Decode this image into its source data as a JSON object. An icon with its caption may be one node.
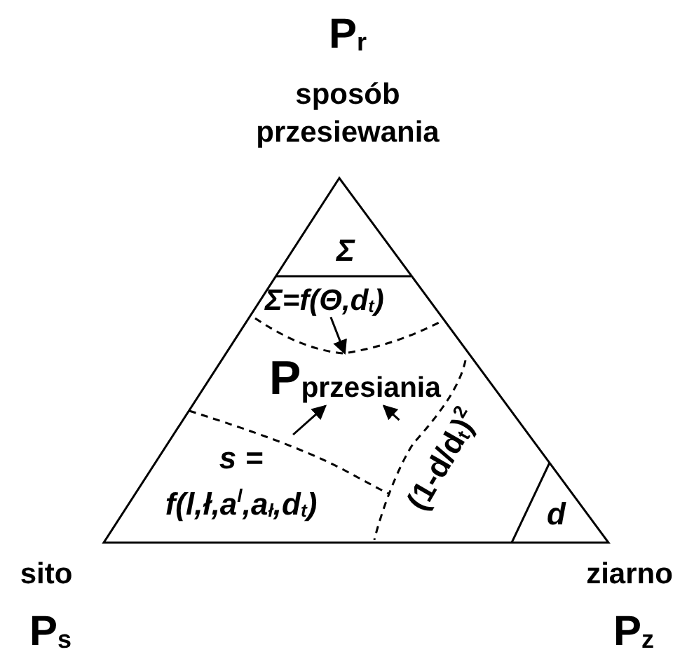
{
  "diagram": {
    "nodes": [
      {
        "text": [],
        "shape": "triangle"
      },
      {
        "text": [
          "Σ"
        ],
        "in": 0
      },
      {
        "text": [
          "Σ=f(Θ,d$_{t}$)"
        ],
        "in": 0
      },
      {
        "text": [
          "P$_{przesiania}$"
        ],
        "in": 0
      },
      {
        "text": [
          "s = f(l,ł,a$^{l}$,a$_{ł}$,d$_{t}$)"
        ],
        "in": 0
      },
      {
        "text": [
          "(1-d/d$_{t}$)$^{2}$"
        ],
        "in": 0
      },
      {
        "text": [
          "d"
        ],
        "in": 0
      }
    ],
    "edges": [
      {
        "from": 2,
        "to": 3,
        "arrow": "to"
      },
      {
        "from": 4,
        "to": 3,
        "arrow": "to"
      },
      {
        "from": 5,
        "to": 3,
        "arrow": "to"
      }
    ],
    "labels": [
      "P$_{r}$",
      "sposób przesiewania",
      "sito",
      "P$_{s}$",
      "ziarno",
      "P$_{z}$"
    ]
  }
}
